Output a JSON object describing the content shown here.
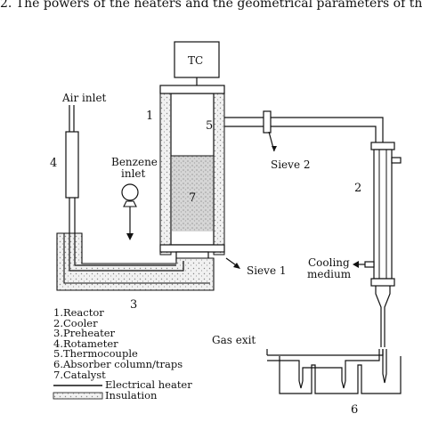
{
  "caption_fragment": "2. The powers of the heaters and the geometrical parameters of the",
  "labels": {
    "tc": "TC",
    "air_inlet": "Air inlet",
    "benzene_inlet_1": "Benzene",
    "benzene_inlet_2": "inlet",
    "sieve_1": "Sieve 1",
    "sieve_2": "Sieve 2",
    "cooling_medium_1": "Cooling",
    "cooling_medium_2": "medium",
    "gas_exit": "Gas exit"
  },
  "numbers": {
    "n1": "1",
    "n2": "2",
    "n3": "3",
    "n4": "4",
    "n5": "5",
    "n6": "6",
    "n7": "7"
  },
  "legend": {
    "items": [
      "1.Reactor",
      "2.Cooler",
      "3.Preheater",
      "4.Rotameter",
      "5.Thermocouple",
      "6.Absorber column/traps",
      "7.Catalyst"
    ],
    "electrical_heater": "Electrical heater",
    "insulation": "Insulation"
  }
}
